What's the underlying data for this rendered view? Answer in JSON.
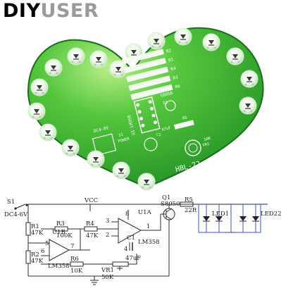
{
  "brand": {
    "prefix": "DIY",
    "suffix": "USER",
    "prefix_color": "#000000",
    "suffix_color": "#9a9a9a"
  },
  "pcb": {
    "board_color": "#2faa2a",
    "board_highlight": "#9be86a",
    "resistor_labels": [
      "47K",
      "47K",
      "47K",
      "10K",
      "10K"
    ],
    "resistor_refs": [
      "R2",
      "R1",
      "R4",
      "R3",
      "R6"
    ],
    "ic_label": "U1 LM358",
    "transistor_label": "S8050",
    "transistor_ref": "Q1",
    "power_label": "DC4-6V",
    "cap_label": "C1",
    "cap_value": "47uF",
    "r5_label": "R5",
    "r5_value": "22R",
    "switch_label": "S1",
    "power_text": "POWER",
    "vr_label": "VR1",
    "vr_value": "50K",
    "board_name": "HBL-22",
    "led_count": 18
  },
  "schematic": {
    "s1": "S1",
    "dc": "DC4-6V",
    "vcc": "VCC",
    "q1": "Q1",
    "q1_part": "S8050",
    "r5": "R5",
    "r5_val": "22R",
    "led1": "LED1",
    "led22": "LED22",
    "u1a": "U1A",
    "u1b": "U1B",
    "r1": "R1",
    "r1_val": "47K",
    "r2": "R2",
    "r2_val": "47K",
    "r3": "R3",
    "r3_val": "100K",
    "r4": "R4",
    "r4_val": "47K",
    "r6": "R6",
    "r6_val": "10K",
    "c1": "C1",
    "c1_val": "47uF",
    "lm358_a": "LM358",
    "lm358_b": "LM358",
    "vr1": "VR1",
    "vr1_val": "50K",
    "pin1": "1",
    "pin2": "2",
    "pin3": "3",
    "pin4": "4",
    "pin5": "5",
    "pin6": "6",
    "pin7": "7",
    "pin8": "8"
  }
}
